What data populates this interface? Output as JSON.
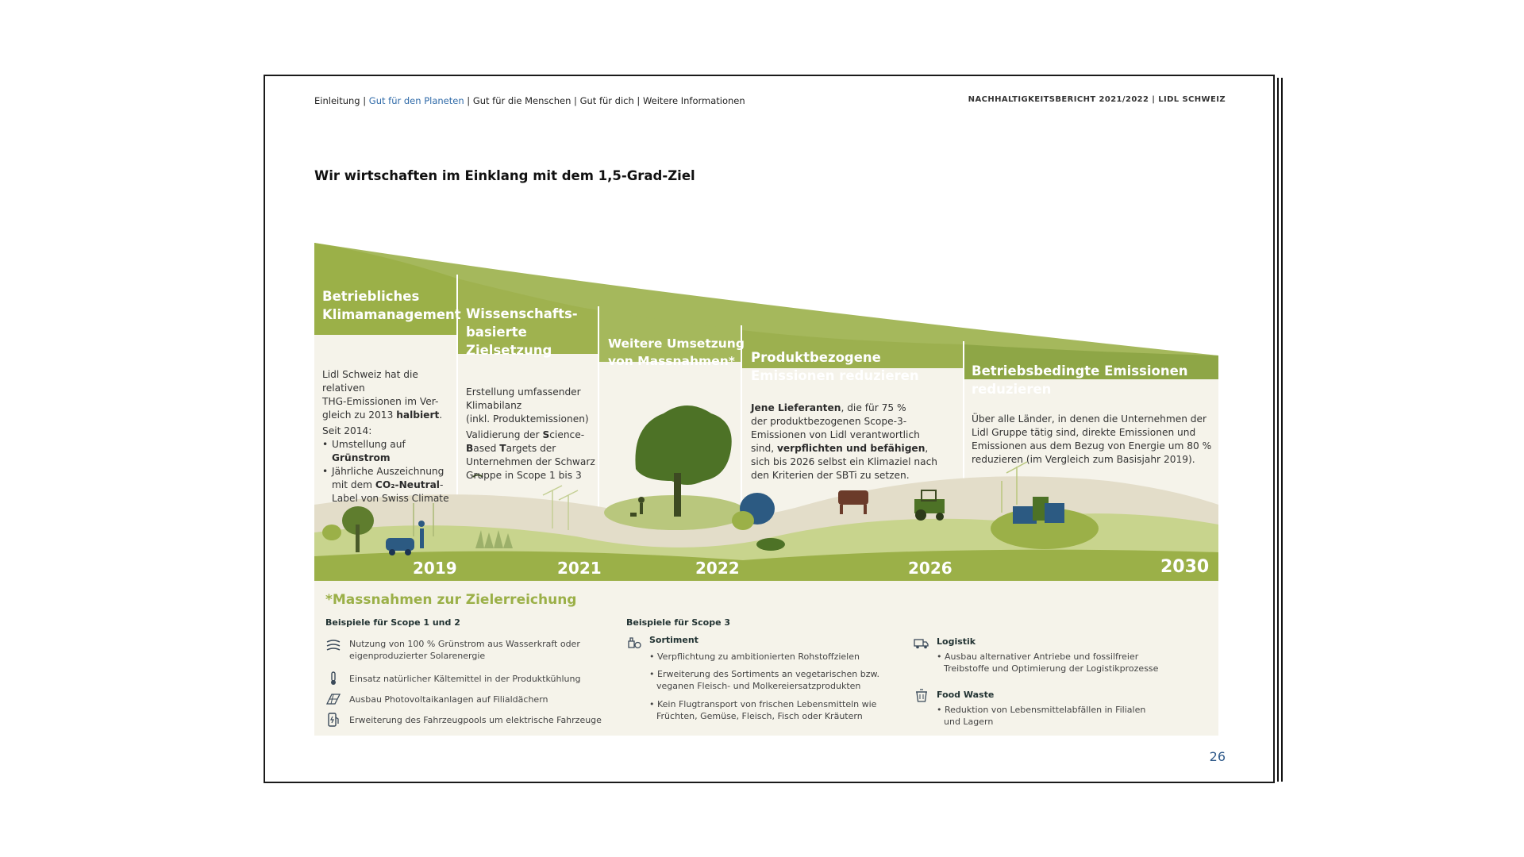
{
  "nav": {
    "items": [
      "Einleitung",
      "Gut für den Planeten",
      "Gut für die Menschen",
      "Gut für dich",
      "Weitere Informationen"
    ],
    "separator": " | ",
    "report": "NACHHALTIGKEITSBERICHT 2021/2022 | LIDL SCHWEIZ"
  },
  "heading": "Wir wirtschaften im Einklang mit dem 1,5-Grad-Ziel",
  "phases": [
    {
      "title_l1": "Betriebliches",
      "title_l2": "Klimamanagement",
      "text_l1": "Lidl Schweiz hat die relativen",
      "text_l2": "THG-Emissionen im Ver-",
      "text_l3a": "gleich zu 2013 ",
      "text_l3b": "halbiert",
      "text_l3c": ".",
      "text_l4": "Seit 2014:",
      "bullet1_l1": "Umstellung auf",
      "bullet1_l2": "Grünstrom",
      "bullet2_l1": "Jährliche Auszeichnung",
      "bullet2_l2a": "mit dem ",
      "bullet2_l2b": "CO₂-Neutral",
      "bullet2_l2c": "-",
      "bullet2_l3": "Label von Swiss Climate",
      "year": "2019"
    },
    {
      "title_l1": "Wissenschafts-",
      "title_l2": "basierte",
      "title_l3": "Zielsetzung",
      "text_l1": "Erstellung umfassender",
      "text_l2": "Klimabilanz",
      "text_l3": "(inkl. Produktemissionen)",
      "text_l4a": "Validierung der ",
      "text_l4b": "S",
      "text_l4c": "cience-",
      "text_l5a": "",
      "text_l5b": "B",
      "text_l5c": "ased ",
      "text_l5d": "T",
      "text_l5e": "argets der",
      "text_l6": "Unternehmen der Schwarz",
      "text_l7": "Gruppe in Scope 1 bis 3",
      "year": "2021"
    },
    {
      "title_l1": "Weitere Umsetzung",
      "title_l2": "von Massnahmen*",
      "year": "2022"
    },
    {
      "title_l1": "Produktbezogene",
      "title_l2": "Emissionen reduzieren",
      "text_l1a": "Jene Lieferanten",
      "text_l1b": ", die für 75 %",
      "text_l2": "der produktbezogenen Scope-3-",
      "text_l3": "Emissionen von Lidl verantwortlich",
      "text_l4a": "sind, ",
      "text_l4b": "verpflichten und befähigen",
      "text_l4c": ",",
      "text_l5": "sich bis 2026 selbst ein Klimaziel nach",
      "text_l6": "den Kriterien der SBTi zu setzen.",
      "year": "2026"
    },
    {
      "title_l1": "Betriebsbedingte Emissionen",
      "title_l2": "reduzieren",
      "text_l1": "Über alle Länder, in denen die Unternehmen der",
      "text_l2": "Lidl Gruppe tätig sind, direkte Emissionen und",
      "text_l3": "Emissionen aus dem Bezug von Energie um 80 %",
      "text_l4": "reduzieren (im Vergleich zum Basisjahr 2019).",
      "year": "2030"
    }
  ],
  "measures": {
    "title": "*Massnahmen zur Zielerreichung",
    "scope12": {
      "heading": "Beispiele für Scope 1 und 2",
      "items": [
        {
          "icon": "energy-icon",
          "l1": "Nutzung von 100 % Grünstrom aus Wasserkraft oder",
          "l2": "eigenproduzierter Solarenergie"
        },
        {
          "icon": "thermometer-icon",
          "l1": "Einsatz natürlicher Kältemittel in der Produktkühlung",
          "l2": ""
        },
        {
          "icon": "solar-panel-icon",
          "l1": "Ausbau Photovoltaikanlagen auf Filialdächern",
          "l2": ""
        },
        {
          "icon": "ev-charger-icon",
          "l1": "Erweiterung des Fahrzeugpools um elektrische Fahrzeuge",
          "l2": ""
        }
      ]
    },
    "scope3": {
      "heading": "Beispiele für Scope 3",
      "sortiment": {
        "title": "Sortiment",
        "icon": "groceries-icon",
        "items": [
          {
            "l1": "Verpflichtung zu ambitionierten Rohstoffzielen",
            "l2": ""
          },
          {
            "l1": "Erweiterung des Sortiments an vegetarischen bzw.",
            "l2": "veganen Fleisch- und Molkereiersatzprodukten"
          },
          {
            "l1": "Kein Flugtransport von frischen Lebensmitteln wie",
            "l2": "Früchten, Gemüse, Fleisch, Fisch oder Kräutern"
          }
        ]
      },
      "logistik": {
        "title": "Logistik",
        "icon": "truck-icon",
        "items": [
          {
            "l1": "Ausbau alternativer Antriebe und fossilfreier",
            "l2": "Treibstoffe und Optimierung der Logistikprozesse"
          }
        ]
      },
      "foodwaste": {
        "title": "Food Waste",
        "icon": "food-waste-icon",
        "items": [
          {
            "l1": "Reduktion von Lebensmittelabfällen in Filialen",
            "l2": "und Lagern"
          }
        ]
      }
    }
  },
  "page_number": "26",
  "colors": {
    "green_light": "#9bb048",
    "green_mid": "#86a140",
    "green_dark": "#5f7d2e",
    "cream": "#f5f3ea",
    "navy": "#2c5a82",
    "band_text": "#333333"
  }
}
